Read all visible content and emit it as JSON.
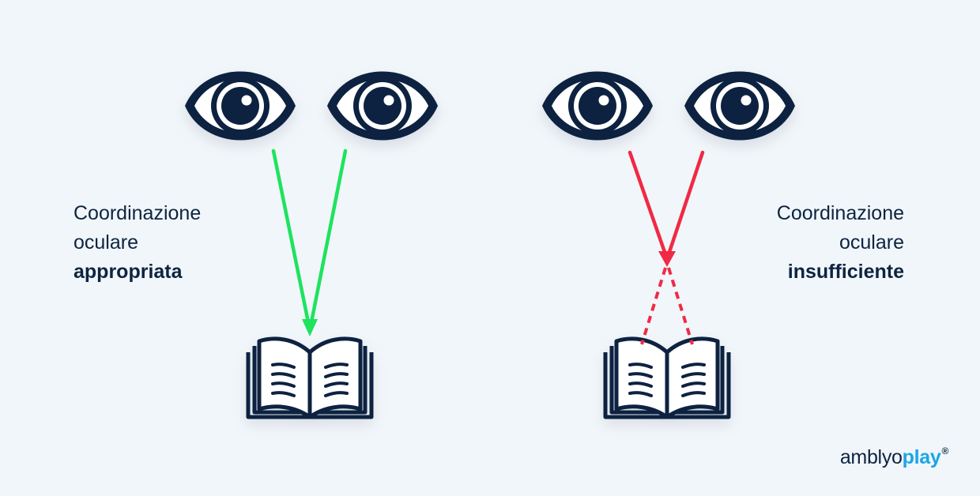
{
  "colors": {
    "ink": "#0d2440",
    "good": "#1ee35f",
    "bad": "#f02a44",
    "brand": "#1aa6e6",
    "background": "#f1f6fa"
  },
  "left": {
    "line1": "Coordinazione",
    "line2": "oculare",
    "line3": "appropriata"
  },
  "right": {
    "line1": "Coordinazione",
    "line2": "oculare",
    "line3": "insufficiente"
  },
  "logo": {
    "part1": "amblyo",
    "part2": "play",
    "mark": "®"
  },
  "icons": [
    "eye-icon",
    "book-icon",
    "arrow"
  ]
}
